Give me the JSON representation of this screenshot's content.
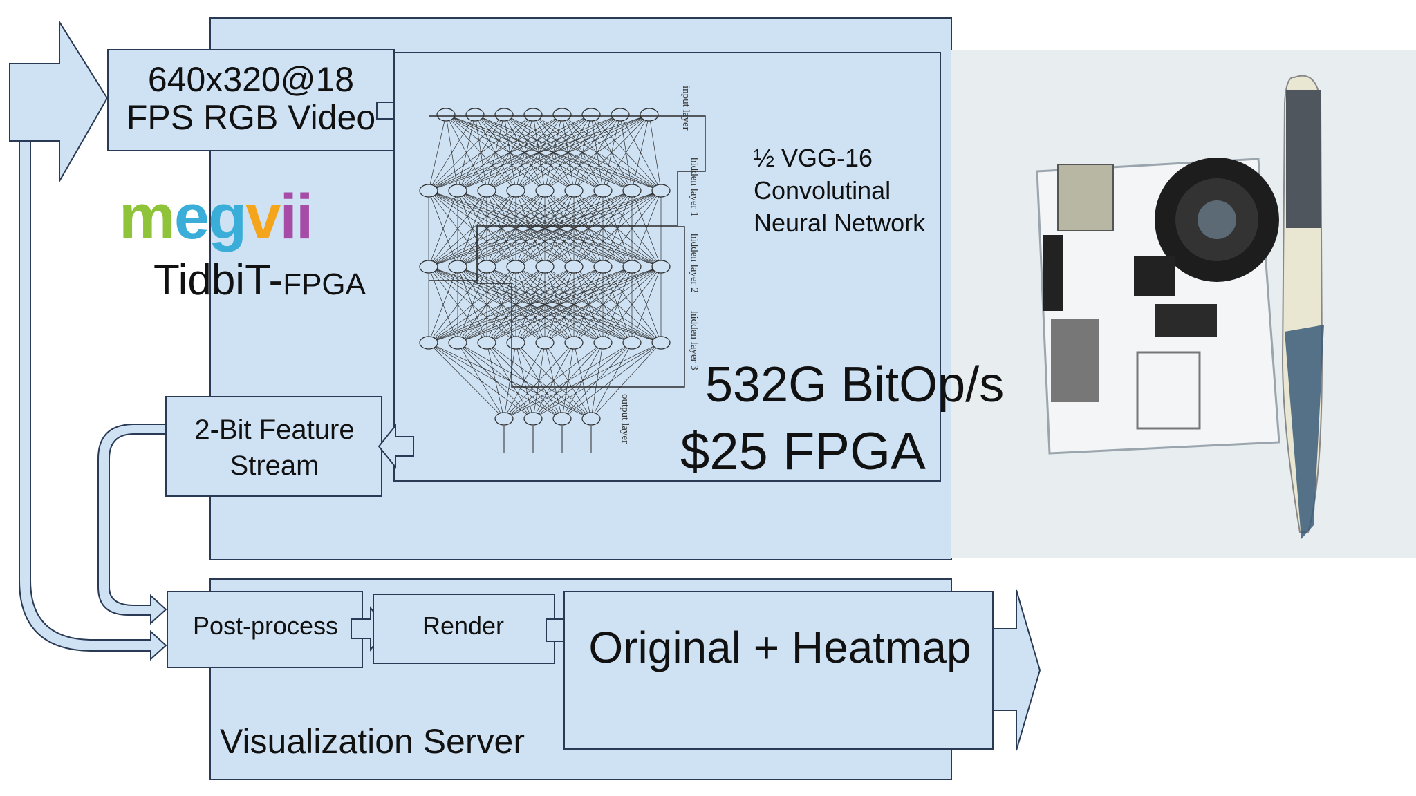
{
  "diagram": {
    "input": {
      "label_line1": "640x320@18",
      "label_line2": "FPS RGB Video"
    },
    "logo": {
      "letters": [
        "m",
        "e",
        "g",
        "v",
        "i",
        "i"
      ],
      "colors": [
        "#8fc33a",
        "#3aaed8",
        "#3aaed8",
        "#f4a51c",
        "#a64ca6",
        "#a64ca6"
      ]
    },
    "product": {
      "name": "TidbiT-",
      "suffix": "FPGA"
    },
    "network": {
      "description": "½ VGG-16 Convolutinal Neural Network",
      "layer_labels": [
        "input layer",
        "hidden layer 1",
        "hidden layer 2",
        "hidden layer 3",
        "output layer"
      ]
    },
    "performance": "532G BitOp/s",
    "price": "$25 FPGA",
    "feature_stream": "2-Bit Feature Stream",
    "postprocess": "Post-process",
    "render": "Render",
    "output": "Original + Heatmap",
    "server": "Visualization Server",
    "colors": {
      "box_fill": "#cfe2f3",
      "box_stroke": "#2a3a55",
      "board": "#e8edf0"
    }
  }
}
